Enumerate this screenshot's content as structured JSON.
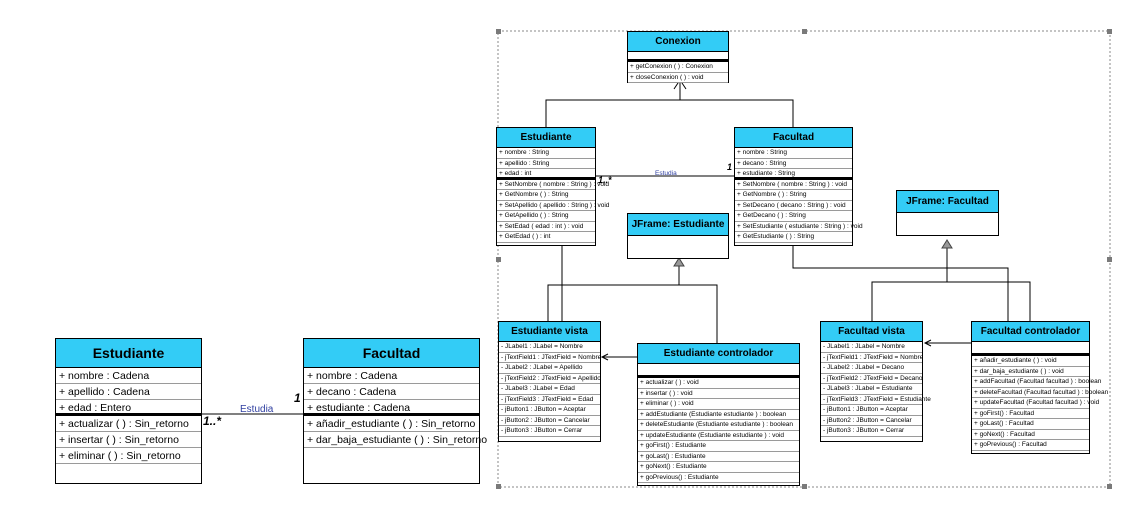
{
  "left_diagram": {
    "estudiante": {
      "title": "Estudiante",
      "attributes": [
        "+ nombre : Cadena",
        "+ apellido : Cadena",
        "+ edad : Entero"
      ],
      "methods": [
        "+ actualizar ( ) : Sin_retorno",
        "+ insertar ( ) : Sin_retorno",
        "+ eliminar ( ) : Sin_retorno"
      ]
    },
    "facultad": {
      "title": "Facultad",
      "attributes": [
        "+ nombre : Cadena",
        "+ decano : Cadena",
        "+ estudiante : Cadena"
      ],
      "methods": [
        "+ añadir_estudiante ( ) : Sin_retorno",
        "+ dar_baja_estudiante ( ) : Sin_retorno"
      ]
    },
    "association": {
      "label": "Estudia",
      "mult_left": "1..*",
      "mult_right": "1"
    }
  },
  "right_diagram": {
    "conexion": {
      "title": "Conexion",
      "methods": [
        "+ getConexion ( ) : Conexion",
        "+ closeConexion ( ) : void"
      ]
    },
    "estudiante": {
      "title": "Estudiante",
      "attributes": [
        "+ nombre : String",
        "+ apellido : String",
        "+ edad : int"
      ],
      "methods": [
        "+ SetNombre ( nombre : String ) : void",
        "+ GetNombre ( ) : String",
        "+ SetApellido ( apellido : String ) : void",
        "+ GetApellido ( ) : String",
        "+ SetEdad ( edad : int ) : void",
        "+ GetEdad ( ) : int"
      ]
    },
    "facultad": {
      "title": "Facultad",
      "attributes": [
        "+ nombre : String",
        "+ decano : String",
        "+ estudiante : String"
      ],
      "methods": [
        "+ SetNombre ( nombre : String ) : void",
        "+ GetNombre ( ) : String",
        "+ SetDecano ( decano : String ) : void",
        "+ GetDecano ( ) : String",
        "+ SetEstudiante ( estudiante : String ) : void",
        "+ GetEstudiante ( ) : String"
      ]
    },
    "association": {
      "label": "Estudia",
      "mult_left": "1..*",
      "mult_right": "1"
    },
    "jframe_estudiante": {
      "title": "JFrame: Estudiante"
    },
    "jframe_facultad": {
      "title": "JFrame: Facultad"
    },
    "estudiante_vista": {
      "title": "Estudiante vista",
      "attributes": [
        "- JLabel1 : JLabel = Nombre",
        "- jTextField1 : JTextField = Nombre",
        "- JLabel2 : JLabel = Apellido",
        "- jTextField2 : JTextField = Apellido",
        "- JLabel3 : JLabel = Edad",
        "- jTextField3 : JTextField = Edad",
        "- jButton1 : JButton = Aceptar",
        "- jButton2 : JButton = Cancelar",
        "- jButton3 : JButton = Cerrar"
      ]
    },
    "estudiante_controlador": {
      "title": "Estudiante controlador",
      "methods": [
        "+ actualizar ( ) : void",
        "+ insertar ( ) : void",
        "+ eliminar ( ) : void",
        "+ addEstudiante (Estudiante estudiante ) : boolean",
        "+ deleteEstudiante (Estudiante estudiante ) : boolean",
        "+ updateEstudiante (Estudiante estudiante ) : void",
        "+ goFirst() : Estudiante",
        "+ goLast() : Estudiante",
        "+ goNext() : Estudiante",
        "+ goPrevious() : Estudiante"
      ]
    },
    "facultad_vista": {
      "title": "Facultad vista",
      "attributes": [
        "- JLabel1 : JLabel = Nombre",
        "- jTextField1 : JTextField = Nombre",
        "- JLabel2 : JLabel = Decano",
        "- jTextField2 : JTextField = Decano",
        "- JLabel3 : JLabel = Estudiante",
        "- jTextField3 : JTextField = Estudiante",
        "- jButton1 : JButton = Aceptar",
        "- jButton2 : JButton = Cancelar",
        "- jButton3 : JButton = Cerrar"
      ]
    },
    "facultad_controlador": {
      "title": "Facultad controlador",
      "methods": [
        "+ añadir_estudiante ( ) : void",
        "+ dar_baja_estudiante ( ) : void",
        "+ addFacultad (Facultad facultad ) : boolean",
        "+ deleteFacultad (Facultad facultad ) : boolean",
        "+ updateFacultad (Facultad facultad ) : void",
        "+ goFirst() : Facultad",
        "+ goLast() : Facultad",
        "+ goNext() : Facultad",
        "+ goPrevious() : Facultad"
      ]
    }
  }
}
